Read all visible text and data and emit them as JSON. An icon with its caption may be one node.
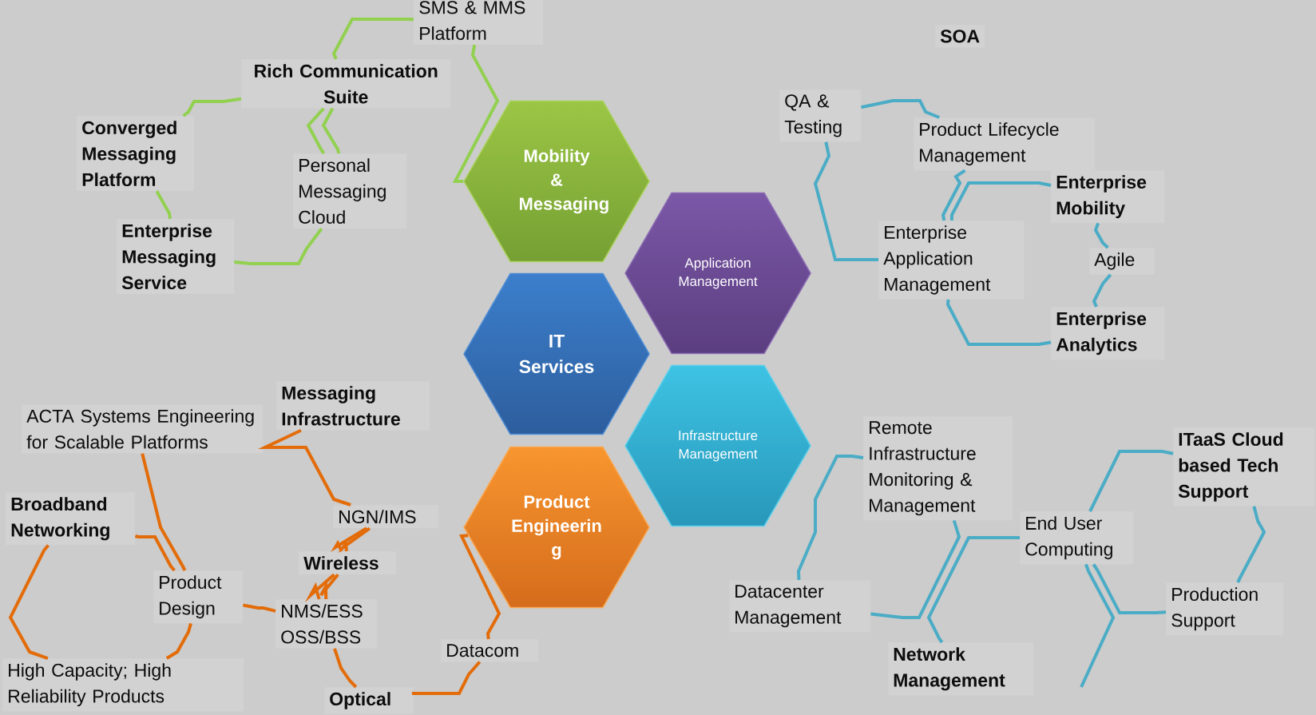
{
  "diagram": {
    "nodes": [
      {
        "text": [
          "SMS & MMS Platform"
        ]
      },
      {
        "text": [
          "Rich Communication Suite"
        ]
      },
      {
        "text": [
          "Converged Messaging Platform"
        ]
      },
      {
        "text": [
          "Personal Messaging Cloud"
        ]
      },
      {
        "text": [
          "Enterprise Messaging Service"
        ]
      },
      {
        "text": [
          "Mobility & Messaging"
        ]
      },
      {
        "text": [
          "QA & Testing"
        ]
      },
      {
        "text": [
          "Product Lifecycle Management"
        ]
      },
      {
        "text": [
          "Enterprise Mobility"
        ]
      },
      {
        "text": [
          "Application Management"
        ]
      },
      {
        "text": [
          "Enterprise Application Management"
        ]
      },
      {
        "text": [
          "Agile"
        ]
      },
      {
        "text": [
          "Enterprise Analytics"
        ]
      },
      {
        "text": [
          "IT Services"
        ]
      },
      {
        "text": [
          "Messaging Infrastructure"
        ]
      },
      {
        "text": [
          "ACTA Systems Engineering for Scalable Platforms"
        ]
      },
      {
        "text": [
          "Infrastructure Management"
        ]
      },
      {
        "text": [
          "Remote Infrastructure Monitoring & Management"
        ]
      },
      {
        "text": [
          "ITaaS Cloud based Tech Support"
        ]
      },
      {
        "text": [
          "Broadband Networking"
        ]
      },
      {
        "text": [
          "NGN/IMS"
        ]
      },
      {
        "text": [
          "End User Computing"
        ]
      },
      {
        "text": [
          "Product Engineerin g"
        ]
      },
      {
        "text": [
          "Wireless"
        ]
      },
      {
        "text": [
          "Product Design"
        ]
      },
      {
        "text": [
          "NMS/ESS OSS/BSS"
        ]
      },
      {
        "text": [
          "Datacenter Management"
        ]
      },
      {
        "text": [
          "Production Support"
        ]
      },
      {
        "text": [
          "Datacom"
        ]
      },
      {
        "text": [
          "High Capacity; High Reliability Products"
        ]
      },
      {
        "text": [
          "Network Management"
        ]
      },
      {
        "text": [
          "Optical"
        ]
      }
    ],
    "edges": [
      {
        "from": 1,
        "to": 0,
        "arrow": "none",
        "color": "#92d050"
      },
      {
        "from": 0,
        "to": 5,
        "arrow": "none",
        "color": "#92d050"
      },
      {
        "from": 1,
        "to": 2,
        "arrow": "none",
        "color": "#92d050"
      },
      {
        "from": 1,
        "to": 3,
        "arrow": "none",
        "color": "#92d050"
      },
      {
        "from": 1,
        "to": 3,
        "arrow": "none",
        "color": "#92d050"
      },
      {
        "from": 2,
        "to": 4,
        "arrow": "none",
        "color": "#92d050"
      },
      {
        "from": 3,
        "to": 4,
        "arrow": "none",
        "color": "#92d050"
      },
      {
        "from": 6,
        "to": 10,
        "arrow": "none"
      },
      {
        "from": 6,
        "to": 7,
        "arrow": "none"
      },
      {
        "from": 7,
        "to": 10,
        "arrow": "none"
      },
      {
        "from": 10,
        "to": 8,
        "arrow": "none"
      },
      {
        "from": 8,
        "to": 11,
        "arrow": "none"
      },
      {
        "from": 11,
        "to": 12,
        "arrow": "none"
      },
      {
        "from": 10,
        "to": 12,
        "arrow": "none"
      },
      {
        "from": 14,
        "to": 20,
        "arrow": "none",
        "color": "#e36c09"
      },
      {
        "from": 15,
        "to": 24,
        "arrow": "none",
        "color": "#e36c09"
      },
      {
        "from": 19,
        "to": 24,
        "arrow": "none",
        "color": "#e36c09"
      },
      {
        "from": 19,
        "to": 29,
        "arrow": "none",
        "color": "#e36c09"
      },
      {
        "from": 24,
        "to": 29,
        "arrow": "none",
        "color": "#e36c09"
      },
      {
        "from": 24,
        "to": 25,
        "arrow": "none",
        "color": "#e36c09"
      },
      {
        "from": 20,
        "to": 23,
        "arrow": "none",
        "color": "#e36c09"
      },
      {
        "from": 20,
        "to": 23,
        "arrow": "none",
        "color": "#e36c09"
      },
      {
        "from": 23,
        "to": 25,
        "arrow": "none",
        "color": "#e36c09"
      },
      {
        "from": 23,
        "to": 25,
        "arrow": "none",
        "color": "#e36c09"
      },
      {
        "from": 25,
        "to": 31,
        "arrow": "none",
        "color": "#e36c09"
      },
      {
        "from": 22,
        "to": 28,
        "arrow": "none",
        "color": "#e36c09"
      },
      {
        "from": 28,
        "to": 31,
        "arrow": "none",
        "color": "#e36c09"
      },
      {
        "from": 17,
        "to": 26,
        "arrow": "none"
      },
      {
        "from": 21,
        "to": 30,
        "arrow": "none"
      },
      {
        "from": 17,
        "to": 26,
        "arrow": "none"
      },
      {
        "from": 21,
        "to": 18,
        "arrow": "none"
      },
      {
        "from": 18,
        "to": 27,
        "arrow": "none"
      },
      {
        "from": 21,
        "to": 27,
        "arrow": "none"
      },
      {
        "from": 21,
        "to": null,
        "arrow": "none"
      }
    ],
    "labels": [
      "SOA"
    ]
  }
}
